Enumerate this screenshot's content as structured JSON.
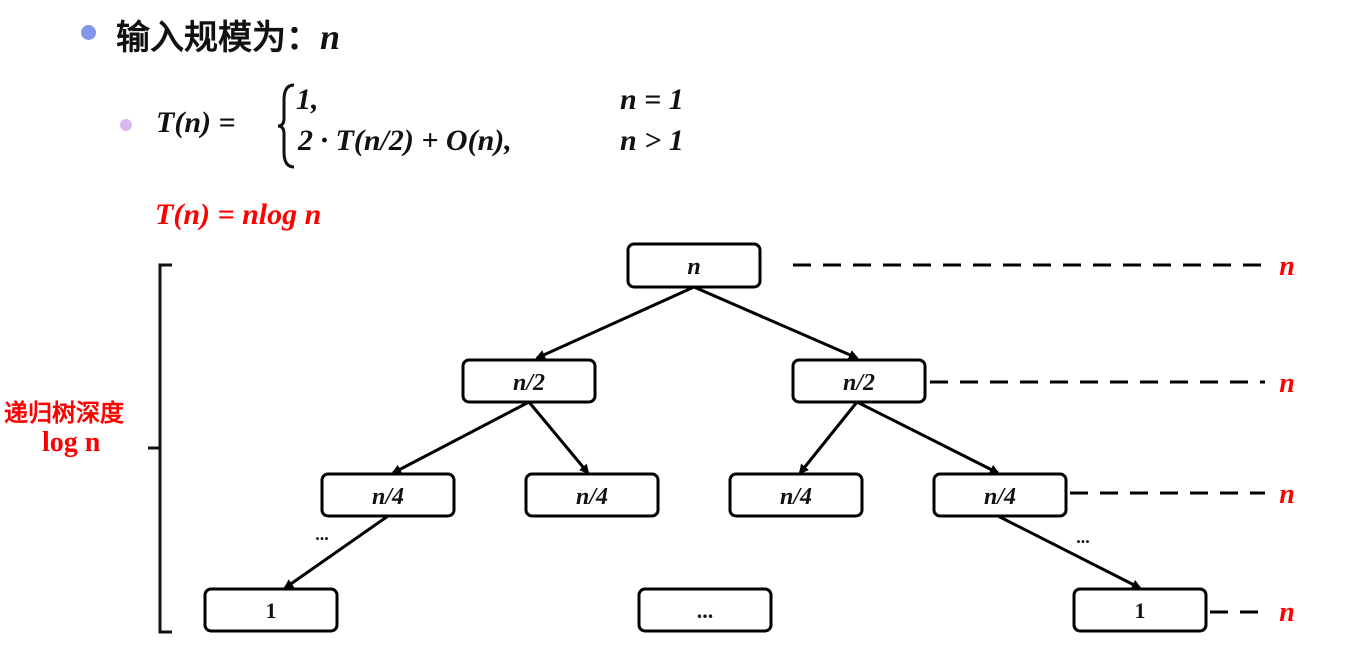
{
  "heading": {
    "label": "输入规模为：",
    "var": "n"
  },
  "recurrence": {
    "lhs": "T(n) =",
    "case1_expr": "1,",
    "case1_cond": "n = 1",
    "case2_expr": "2 · T(n/2) + O(n),",
    "case2_cond": "n > 1"
  },
  "result": "T(n) = nlog n",
  "depth_label": {
    "line1": "递归树深度",
    "line2": "log n"
  },
  "tree": {
    "root": "n",
    "level1": [
      "n/2",
      "n/2"
    ],
    "level2": [
      "n/4",
      "n/4",
      "n/4",
      "n/4"
    ],
    "leaves": [
      "1",
      "...",
      "1"
    ],
    "ellipsis": [
      "...",
      "..."
    ],
    "level_costs": [
      "n",
      "n",
      "n",
      "n"
    ]
  },
  "colors": {
    "accent": "#ff0000",
    "bullet1": "#8496e8",
    "bullet2": "#d9b8f0"
  }
}
